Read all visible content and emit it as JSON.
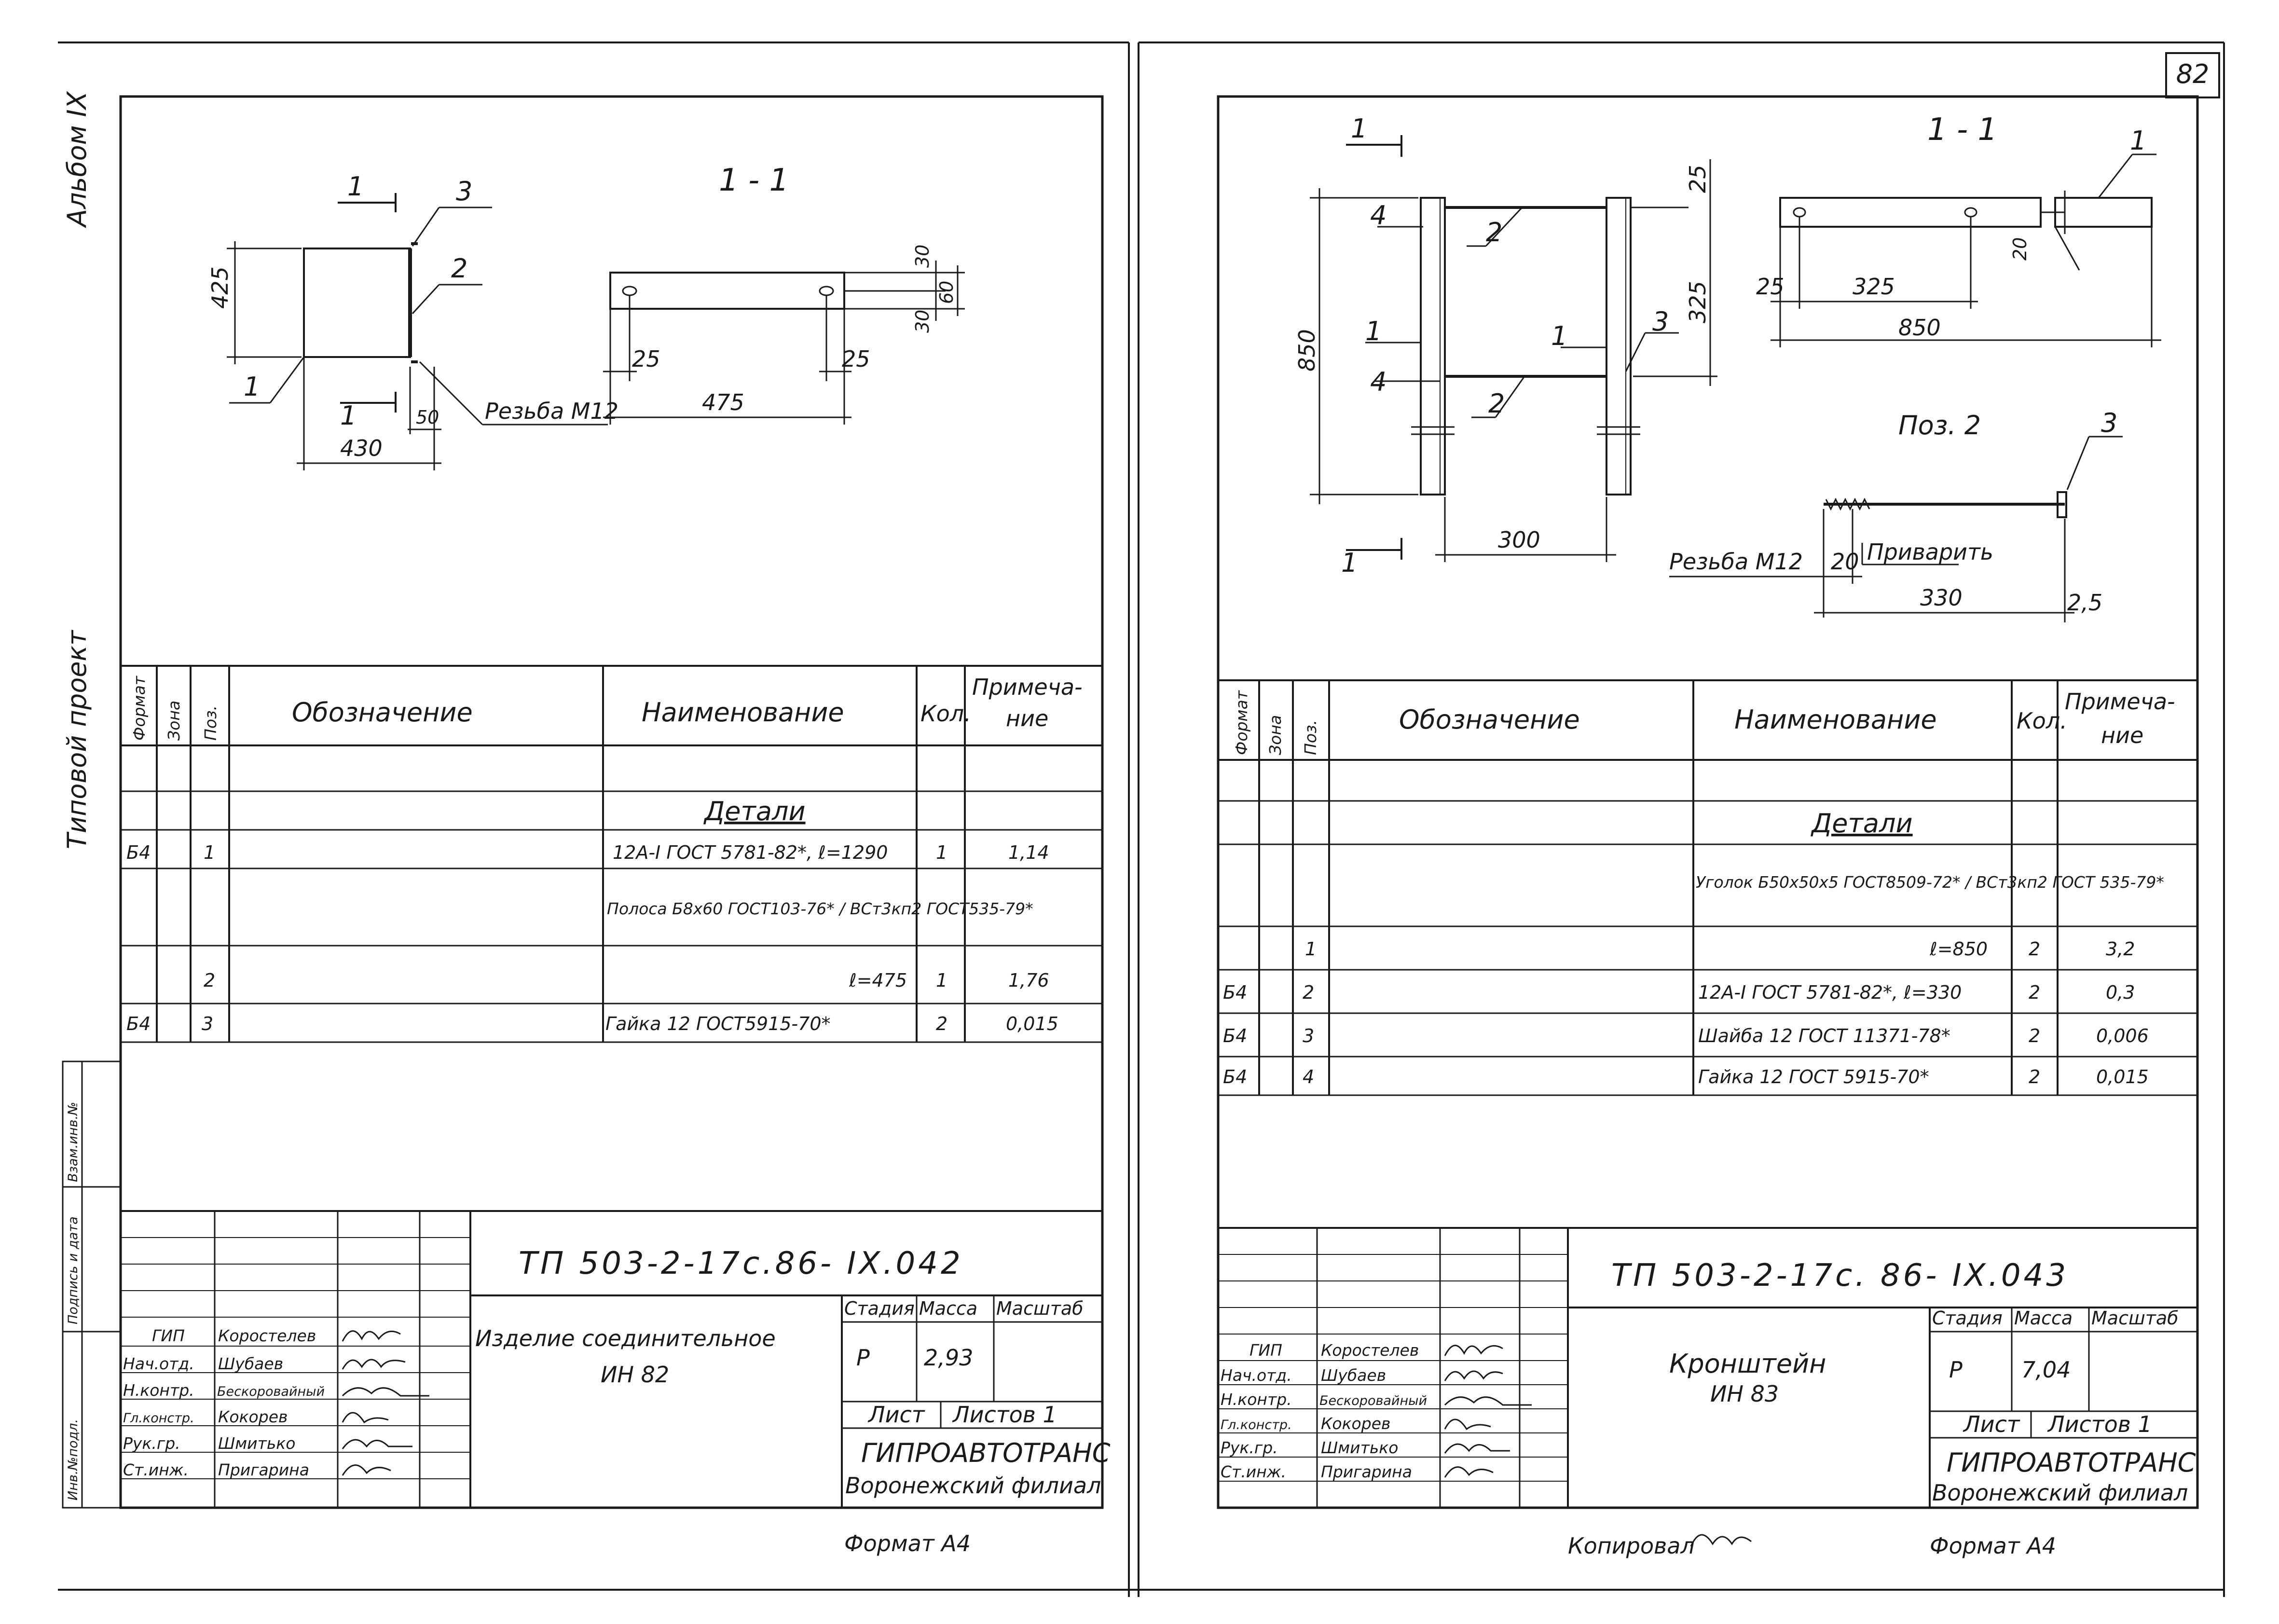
{
  "page_number": "82",
  "margin": {
    "album": "Альбом IX",
    "project": "Типовой проект",
    "stamps": [
      "Взам.инв.№",
      "Подпись и дата",
      "Инв.№подл."
    ]
  },
  "spec_headers": {
    "format": "Формат",
    "zone": "Зона",
    "pos": "Поз.",
    "designation": "Обозначение",
    "name": "Наименование",
    "qty": "Кол.",
    "note_1": "Примеча-",
    "note_2": "ние"
  },
  "titleblock_common": {
    "stage_label": "Стадия",
    "mass_label": "Масса",
    "scale_label": "Масштаб",
    "sheet_label": "Лист",
    "sheets_label": "Листов 1",
    "org_1": "ГИПРОАВТОТРАНС",
    "org_2": "Воронежский филиал",
    "format": "Формат А4"
  },
  "staff": [
    {
      "role": "ГИП",
      "name": "Коростелев"
    },
    {
      "role": "Нач.отд.",
      "name": "Шубаев"
    },
    {
      "role": "Н.контр.",
      "name": "Бескоровайный"
    },
    {
      "role": "Гл.констр.",
      "name": "Кокорев"
    },
    {
      "role": "Рук.гр.",
      "name": "Шмитько"
    },
    {
      "role": "Ст.инж.",
      "name": "Пригарина"
    }
  ],
  "left": {
    "section": "1 - 1",
    "cut_mark": "1",
    "callouts": [
      "1",
      "2",
      "3"
    ],
    "dims": {
      "h425": "425",
      "w430": "430",
      "d50": "50",
      "d25a": "25",
      "d25b": "25",
      "d475": "475",
      "d30a": "30",
      "d30b": "30",
      "d60": "60"
    },
    "thread": "Резьба М12",
    "spec": {
      "section_title": "Детали",
      "rows": [
        {
          "format": "Б4",
          "pos": "1",
          "name": "12А-I ГОСТ 5781-82*, ℓ=1290",
          "qty": "1",
          "note": "1,14"
        },
        {
          "format": "",
          "pos": "",
          "name": "Полоса Б8х60 ГОСТ103-76* / ВСт3кп2 ГОСТ535-79*",
          "qty": "",
          "note": ""
        },
        {
          "format": "",
          "pos": "2",
          "name": "ℓ=475",
          "qty": "1",
          "note": "1,76"
        },
        {
          "format": "Б4",
          "pos": "3",
          "name": "Гайка 12 ГОСТ5915-70*",
          "qty": "2",
          "note": "0,015"
        }
      ]
    },
    "title": {
      "code": "ТП 503-2-17с.86- IX.042",
      "name_1": "Изделие соединительное",
      "name_2": "ИН 82",
      "stage": "Р",
      "mass": "2,93"
    }
  },
  "right": {
    "section": "1 - 1",
    "pos2_title": "Поз. 2",
    "cut_mark": "1",
    "callouts": [
      "1",
      "2",
      "3",
      "4"
    ],
    "dims": {
      "h850": "850",
      "h325": "325",
      "d25": "25",
      "w300": "300",
      "s25": "25",
      "s325": "325",
      "s850": "850",
      "s20": "20",
      "p20": "20",
      "p330": "330",
      "p25": "2,5"
    },
    "thread": "Резьба М12",
    "weld": "Приварить",
    "spec": {
      "section_title": "Детали",
      "rows": [
        {
          "format": "",
          "pos": "",
          "name": "Уголок Б50х50х5 ГОСТ8509-72* / ВСт3кп2 ГОСТ 535-79*",
          "qty": "",
          "note": ""
        },
        {
          "format": "",
          "pos": "1",
          "name": "ℓ=850",
          "qty": "2",
          "note": "3,2"
        },
        {
          "format": "Б4",
          "pos": "2",
          "name": "12А-I ГОСТ 5781-82*, ℓ=330",
          "qty": "2",
          "note": "0,3"
        },
        {
          "format": "Б4",
          "pos": "3",
          "name": "Шайба 12 ГОСТ 11371-78*",
          "qty": "2",
          "note": "0,006"
        },
        {
          "format": "Б4",
          "pos": "4",
          "name": "Гайка 12 ГОСТ 5915-70*",
          "qty": "2",
          "note": "0,015"
        }
      ]
    },
    "title": {
      "code": "ТП 503-2-17с. 86- IX.043",
      "name_1": "Кронштейн",
      "name_2": "ИН 83",
      "stage": "Р",
      "mass": "7,04"
    },
    "copied": "Копировал"
  }
}
